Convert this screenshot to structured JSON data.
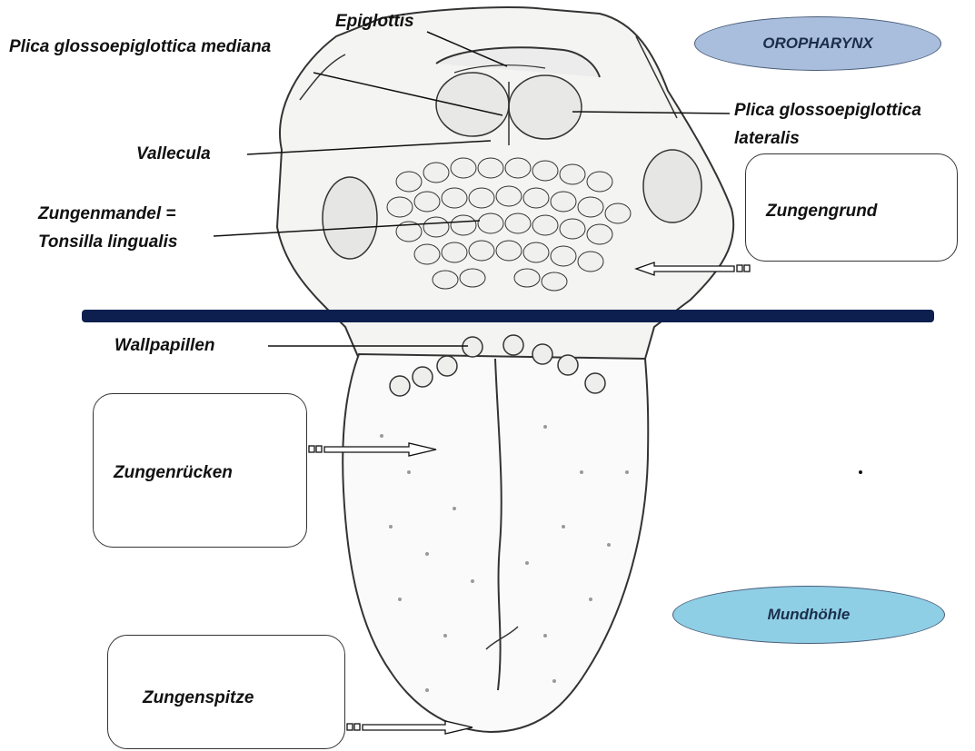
{
  "labels": {
    "epiglottis": "Epiglottis",
    "plica_mediana": "Plica glossoepiglottica mediana",
    "plica_lateralis_1": "Plica glossoepiglottica",
    "plica_lateralis_2": "lateralis",
    "vallecula": "Vallecula",
    "tonsilla_1": "Zungenmandel =",
    "tonsilla_2": "Tonsilla lingualis",
    "wallpapillen": "Wallpapillen"
  },
  "boxes": {
    "zungengrund": "Zungengrund",
    "zungenruecken": "Zungenrücken",
    "zungenspitze": "Zungenspitze"
  },
  "regions": {
    "oropharynx": "OROPHARYNX",
    "mundhoehle": "Mundhöhle"
  },
  "colors": {
    "divider": "#0d1f4f",
    "oropharynx_fill": "#a9bedc",
    "mundhoehle_fill": "#8fcfe6",
    "line": "#111111"
  },
  "icons": [
    "arrow-zungengrund-icon",
    "arrow-zungenruecken-icon",
    "arrow-zungenspitze-icon"
  ]
}
